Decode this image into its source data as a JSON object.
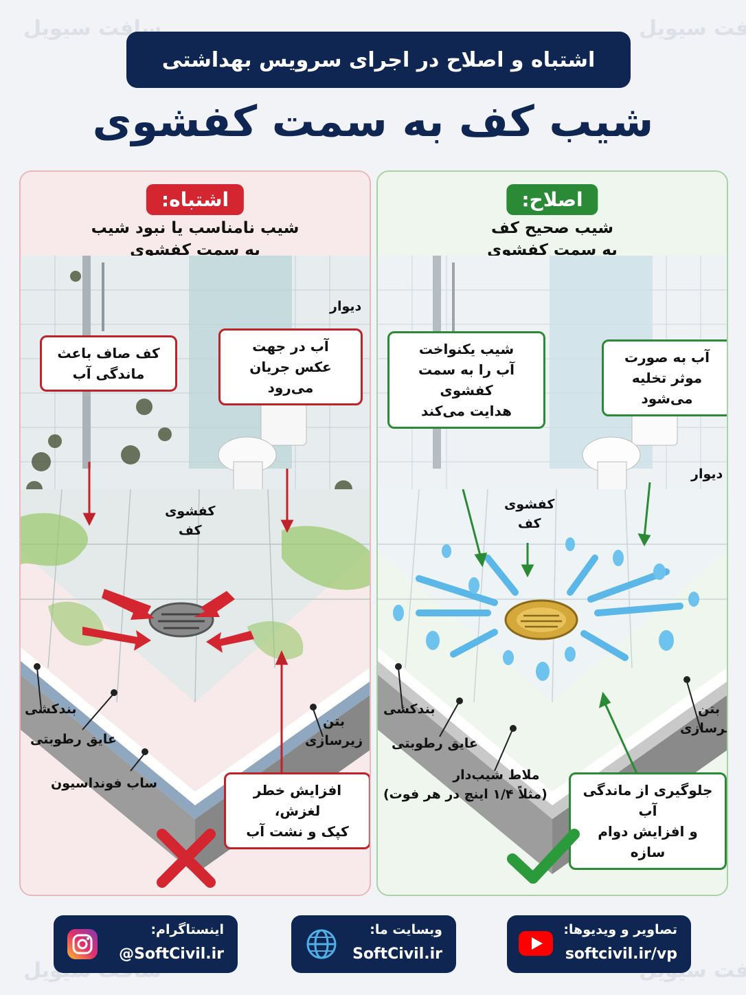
{
  "header": {
    "subtitle": "اشتباه و اصلاح در اجرای سرویس بهداشتی",
    "title": "شیب کف به سمت کفشوی"
  },
  "watermark": "سافت سیویل",
  "wrong": {
    "badge": "اشتباه:",
    "subtitle_line1": "شیب نامناسب یا نبود شیب",
    "subtitle_line2": "به سمت کفشوی",
    "callout_flat_l1": "کف صاف باعث",
    "callout_flat_l2": "ماندگی آب",
    "callout_reverse_l1": "آب در جهت",
    "callout_reverse_l2": "عکس جریان می‌رود",
    "label_wall": "دیوار",
    "label_drain_l1": "کفشوی",
    "label_drain_l2": "کف",
    "label_grout": "بندکشی",
    "label_membrane": "عایق رطوبتی",
    "label_foundation": "ساب فونداسیون",
    "label_concrete_l1": "بتن",
    "label_concrete_l2": "زیرسازی",
    "callout_risk_l1": "افزایش خطر لغزش،",
    "callout_risk_l2": "کپک و نشت آب"
  },
  "right": {
    "badge": "اصلاح:",
    "subtitle_line1": "شیب صحیح کف",
    "subtitle_line2": "به سمت کفشوی",
    "callout_slope_l1": "شیب یکنواخت",
    "callout_slope_l2": "آب را به سمت کفشوی",
    "callout_slope_l3": "هدایت می‌کند",
    "callout_drain_l1": "آب به صورت",
    "callout_drain_l2": "موثر تخلیه می‌شود",
    "label_wall": "دیوار",
    "label_drain_l1": "کفشوی",
    "label_drain_l2": "کف",
    "label_grout": "بندکشی",
    "label_membrane": "عایق رطوبتی",
    "label_mortar_l1": "ملاط شیب‌دار",
    "label_mortar_l2": "(مثلاً ۱/۴ اینچ در هر فوت)",
    "label_concrete_l1": "بتن",
    "label_concrete_l2": "زیرسازی",
    "callout_prevent_l1": "جلوگیری از ماندگی آب",
    "callout_prevent_l2": "و افزایش دوام سازه"
  },
  "footer": {
    "instagram_title": "اینستاگرام:",
    "instagram_value": "@SoftCivil.ir",
    "website_title": "وبسایت ما:",
    "website_value": "SoftCivil.ir",
    "video_title": "تصاویر و ویدیوها:",
    "video_value": "softcivil.ir/vp"
  },
  "icons": [
    "instagram-icon",
    "globe-icon",
    "youtube-icon",
    "cross-icon",
    "check-icon"
  ],
  "colors": {
    "navy": "#0f2552",
    "wrong_red": "#d32630",
    "right_green": "#2a8a35",
    "arrow_blue": "#5bb7e8"
  }
}
